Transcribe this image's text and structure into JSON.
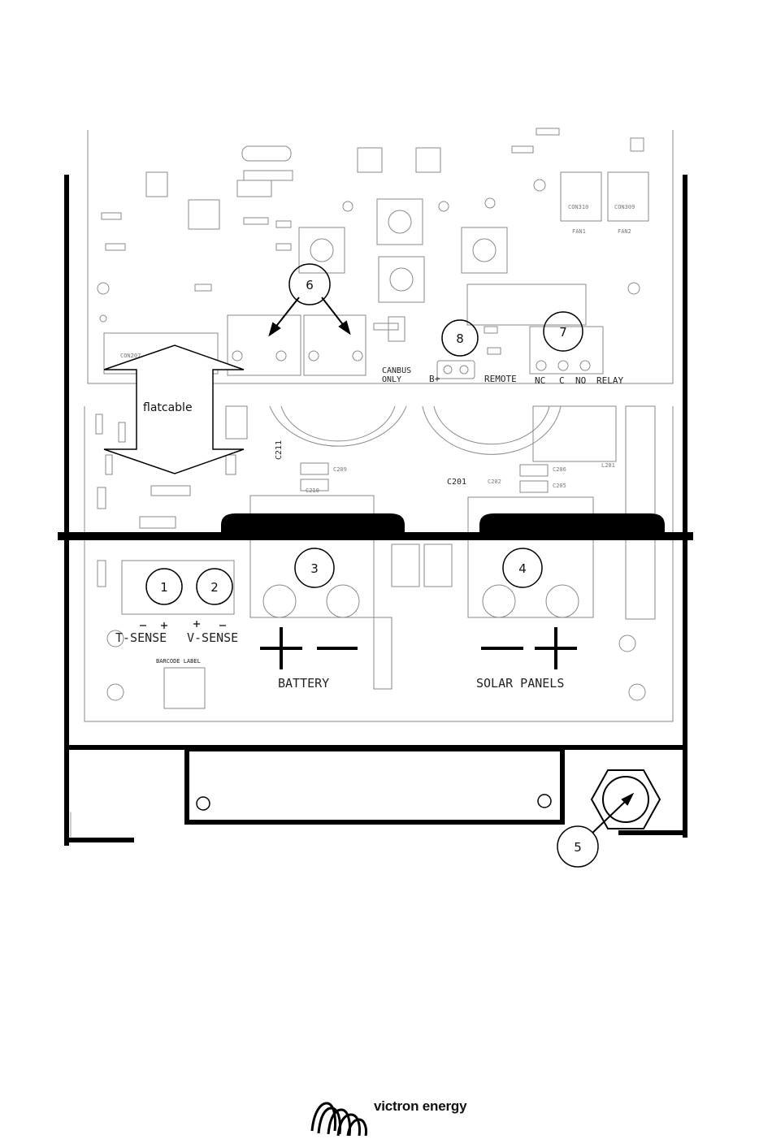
{
  "colors": {
    "ink": "#000000",
    "pcb_line": "#8a8a8a",
    "faint": "#b5b5b5"
  },
  "callouts": [
    {
      "n": "1",
      "label": "1"
    },
    {
      "n": "2",
      "label": "2"
    },
    {
      "n": "3",
      "label": "3"
    },
    {
      "n": "4",
      "label": "4"
    },
    {
      "n": "5",
      "label": "5"
    },
    {
      "n": "6",
      "label": "6"
    },
    {
      "n": "7",
      "label": "7"
    },
    {
      "n": "8",
      "label": "8"
    }
  ],
  "labels": {
    "flatcable": "flatcable",
    "t_sense": "T-SENSE",
    "v_sense": "V-SENSE",
    "battery": "BATTERY",
    "solar_panels": "SOLAR PANELS",
    "barcode_label": "BARCODE LABEL",
    "canbus_only_1": "CANBUS",
    "canbus_only_2": "ONLY",
    "b_plus": "B+",
    "remote": "REMOTE",
    "nc": "NC",
    "c": "C",
    "no": "NO",
    "relay": "RELAY",
    "c211": "C211",
    "c201": "C201",
    "con207": "CON207",
    "con310": "CON310",
    "con309": "CON309",
    "fan1": "FAN1",
    "fan2": "FAN2",
    "c210": "C210",
    "c209": "C209",
    "c206": "C206",
    "c202": "C202",
    "c205": "C205",
    "l201": "L201"
  },
  "logo": {
    "brand": "victron energy",
    "icon": "victron-waves-icon"
  }
}
